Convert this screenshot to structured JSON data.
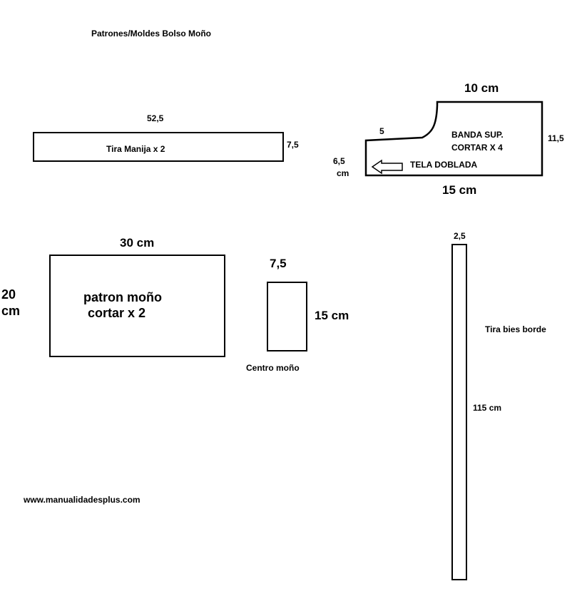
{
  "title": "Patrones/Moldes Bolso Moño",
  "handle_strip": {
    "label": "Tira Manija x 2",
    "length": "52,5",
    "width": "7,5"
  },
  "top_band": {
    "label_line1": "BANDA SUP.",
    "label_line2": "CORTAR X 4",
    "top_width": "10 cm",
    "bottom_width": "15 cm",
    "right_height": "11,5",
    "curve_label": "5",
    "left_height_value": "6,5",
    "left_height_unit": "cm",
    "fold_label": "TELA DOBLADA",
    "fold_arrow_icon": "arrow-left-outline-icon"
  },
  "bow_pattern": {
    "label_line1": "patron moño",
    "label_line2": "cortar x 2",
    "width": "30 cm",
    "height_value": "20",
    "height_unit": "cm"
  },
  "bow_center": {
    "label": "Centro moño",
    "width": "7,5",
    "height": "15 cm"
  },
  "bias_strip": {
    "label": "Tira bies borde",
    "width": "2,5",
    "length": "115 cm"
  },
  "website": "www.manualidadesplus.com"
}
